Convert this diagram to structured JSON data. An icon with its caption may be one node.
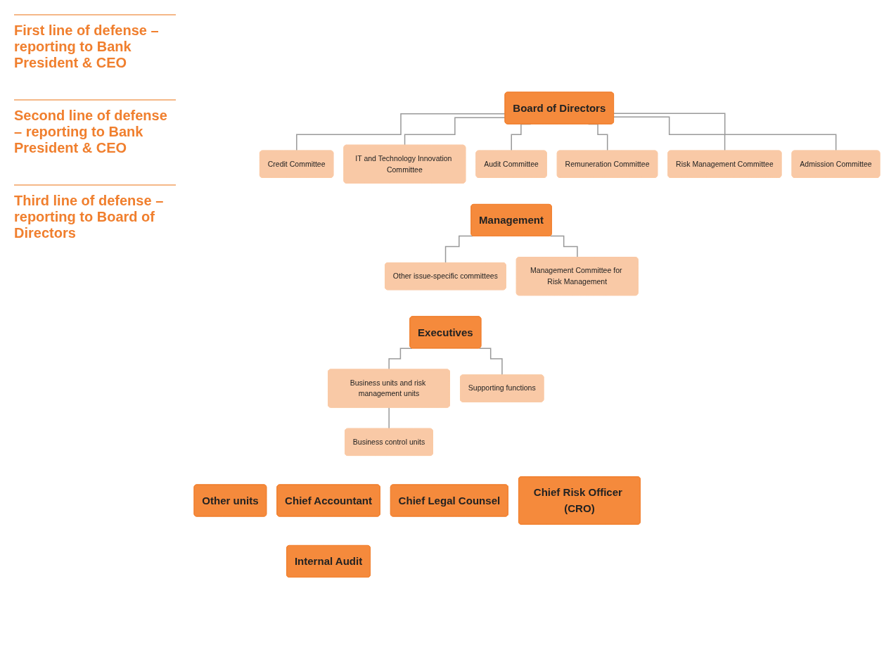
{
  "diagram": {
    "nodes": [
      {
        "text": [
          "Board of Directors"
        ]
      },
      {
        "text": [
          "Credit Committee"
        ]
      },
      {
        "text": [
          "IT and Technology Innovation Committee"
        ]
      },
      {
        "text": [
          "Audit Committee"
        ]
      },
      {
        "text": [
          "Remuneration Committee"
        ]
      },
      {
        "text": [
          "Risk Management Committee"
        ]
      },
      {
        "text": [
          "Admission Committee"
        ]
      },
      {
        "text": [
          "Management"
        ]
      },
      {
        "text": [
          "Other issue-specific committees"
        ]
      },
      {
        "text": [
          "Management Committee for Risk Management"
        ]
      },
      {
        "text": [
          "Executives"
        ]
      },
      {
        "text": [
          "Business units and risk management units"
        ]
      },
      {
        "text": [
          "Supporting functions"
        ]
      },
      {
        "text": [
          "Business control units"
        ]
      },
      {
        "text": [
          "Other units"
        ]
      },
      {
        "text": [
          "Chief Accountant"
        ]
      },
      {
        "text": [
          "Chief Legal Counsel"
        ]
      },
      {
        "text": [
          "Chief Risk Officer (CRO)"
        ]
      },
      {
        "text": [
          "Internal Audit"
        ]
      }
    ],
    "edges": [
      {
        "from": 0,
        "to": 1,
        "arrow": "none"
      },
      {
        "from": 0,
        "to": 2,
        "arrow": "none"
      },
      {
        "from": 0,
        "to": 3,
        "arrow": "none"
      },
      {
        "from": 0,
        "to": 4,
        "arrow": "none"
      },
      {
        "from": 0,
        "to": 5,
        "arrow": "none"
      },
      {
        "from": 0,
        "to": 6,
        "arrow": "none"
      },
      {
        "from": 7,
        "to": 8,
        "arrow": "none"
      },
      {
        "from": 7,
        "to": 9,
        "arrow": "none"
      },
      {
        "from": 10,
        "to": 11,
        "arrow": "none"
      },
      {
        "from": 10,
        "to": 12,
        "arrow": "none"
      },
      {
        "from": 11,
        "to": 13,
        "arrow": "none"
      }
    ],
    "labels": [
      "First line of defense – reporting to Bank President & CEO",
      "Second line of defense – reporting to Bank President & CEO",
      "Third line of defense – reporting to Board of Directors"
    ]
  }
}
